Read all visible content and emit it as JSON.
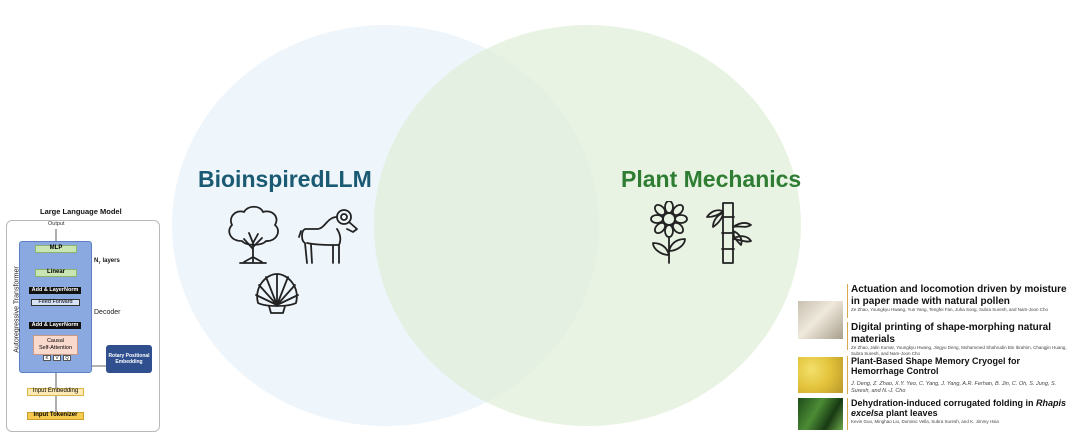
{
  "venn": {
    "left_label": "BioinspiredLLM",
    "right_label": "Plant Mechanics",
    "left_color": "#1a5a73",
    "right_color": "#2e7d32",
    "left_fill": "#eef5fb",
    "right_fill": "#eaf5e6",
    "left_icons": [
      "tree-icon",
      "ram-icon",
      "seashell-icon"
    ],
    "right_icons": [
      "sunflower-icon",
      "bamboo-icon"
    ]
  },
  "llm_diagram": {
    "title": "Large Language Model",
    "output": "Output",
    "mlp": "MLP",
    "layers": "N",
    "layers_sub": "T",
    "layers_suffix": " layers",
    "linear": "Linear",
    "add_norm_1": "Add & LayerNorm",
    "feed_forward": "Feed Forward",
    "decoder": "Decoder",
    "add_norm_2": "Add & LayerNorm",
    "attention": "Causal\nSelf-Attention",
    "kvq": [
      "K",
      "V",
      "Q"
    ],
    "rotary": "Rotary Positional Embedding",
    "side_label": "Autoregressive Transformer",
    "input_embedding": "Input Embedding",
    "input_tokenizer": "Input Tokenizer"
  },
  "papers": [
    {
      "title": "Actuation and locomotion driven by moisture in paper made with natural pollen",
      "authors": "Ze Zhao, Youngkyu Hwang, Yun Yang, Tengfei Fan, Juha Song, Subra Suresh, and Nam-Joon Cho"
    },
    {
      "title": "Digital printing of shape-morphing natural materials",
      "authors": "Ze Zhao, Jalin Kumar, Youngkyu Hwang, Jingyu Deng, Mohammed Shahrudin Bin Ibrahim, Changjin Huang, Subra Suresh, and Nam-Joon Cho"
    },
    {
      "title": "Plant-Based Shape Memory Cryogel for Hemorrhage Control",
      "authors": "J. Deng, Z. Zhao, X.Y. Yeo, C. Yang, J. Yang, A.R. Ferhan, B. Jin, C. Oh, S. Jung, S. Suresh, and N.-J. Cho"
    },
    {
      "title_pre": "Dehydration-induced corrugated folding in ",
      "title_em": "Rhapis excelsa",
      "title_post": " plant leaves",
      "authors": "Kevin Guo, Minghao Liu, Dominic Vella, Subra Suresh, and K. Jimmy Hsia"
    }
  ]
}
